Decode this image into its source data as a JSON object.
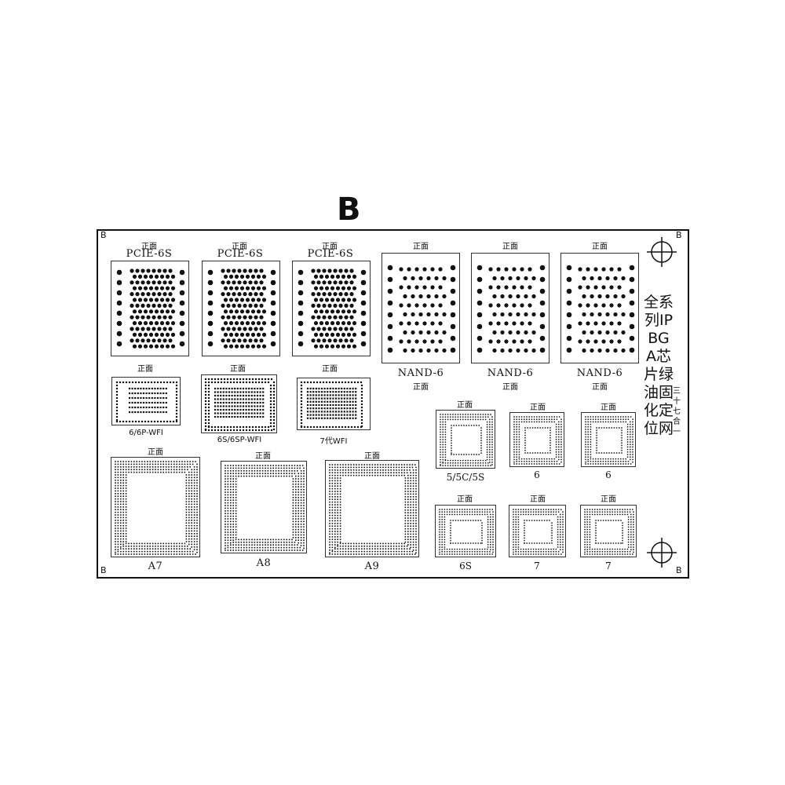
{
  "header_letter": "B",
  "corner_mark": "B",
  "front_label": "正面",
  "title_vertical": "全系列IPBGA芯片绿油固化定位网",
  "subtitle_vertical": "三十七合一",
  "colors": {
    "ink": "#111111",
    "background": "#ffffff"
  },
  "stencils": {
    "pcie_1": {
      "cn": "正面",
      "name": "PCIE-6S"
    },
    "pcie_2": {
      "cn": "正面",
      "name": "PCIE-6S"
    },
    "pcie_3": {
      "cn": "正面",
      "name": "PCIE-6S"
    },
    "nand_1": {
      "cn": "正面",
      "name": "NAND-6"
    },
    "nand_2": {
      "cn": "正面",
      "name": "NAND-6"
    },
    "nand_3": {
      "cn": "正面",
      "name": "NAND-6"
    },
    "wifi_1": {
      "cn": "正面",
      "name": "6/6P-WFI"
    },
    "wifi_2": {
      "cn": "正面",
      "name": "6S/6SP-WFI"
    },
    "wifi_3": {
      "cn": "正面",
      "name": "7代WFI"
    },
    "a7": {
      "cn": "正面",
      "name": "A7"
    },
    "a8": {
      "cn": "正面",
      "name": "A8"
    },
    "a9": {
      "cn": "正面",
      "name": "A9"
    },
    "s55c5s": {
      "cn": "正面",
      "name": "5/5C/5S"
    },
    "s6a": {
      "cn": "正面",
      "name": "6"
    },
    "s6b": {
      "cn": "正面",
      "name": "6"
    },
    "s6s": {
      "cn": "正面",
      "name": "6S"
    },
    "s7a": {
      "cn": "正面",
      "name": "7"
    },
    "s7b": {
      "cn": "正面",
      "name": "7"
    }
  }
}
